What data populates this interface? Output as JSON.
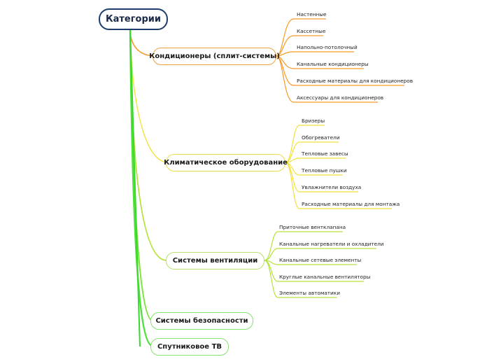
{
  "root": {
    "label": "Категории"
  },
  "branches": [
    {
      "label": "Кондиционеры (сплит-системы)",
      "color": "#f59b2a",
      "children": [
        "Настенные",
        "Кассетные",
        "Напольно-потолочный",
        "Канальные кондиционеры",
        "Расходные материалы для кондиционеров",
        "Аксессуары для кондиционеров"
      ]
    },
    {
      "label": "Климатическое оборудование",
      "color": "#f3e23a",
      "children": [
        "Бризеры",
        "Обогреватели",
        "Тепловые завесы",
        "Тепловые пушки",
        "Увлажнители воздуха",
        "Расходные материалы для монтажа"
      ]
    },
    {
      "label": "Системы вентиляции",
      "color": "#b6e23c",
      "children": [
        "Приточные вентклапана",
        "Канальные нагреватели и охладители",
        "Канальные сетевые элементы",
        "Круглые канальные вентиляторы",
        "Элементы автоматики"
      ]
    },
    {
      "label": "Системы безопасности",
      "color": "#7ee33a",
      "children": []
    },
    {
      "label": "Спутниковое ТВ",
      "color": "#4fe03a",
      "children": []
    }
  ]
}
